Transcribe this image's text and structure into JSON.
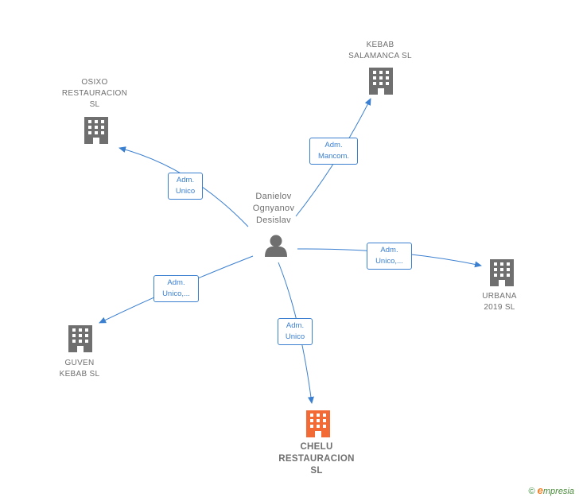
{
  "colors": {
    "edge": "#3a7fd0",
    "company": "#6f6f6f",
    "highlight": "#f26a35",
    "person": "#6f6f6f"
  },
  "person": {
    "name_lines": [
      "Danielov",
      "Ognyanov",
      "Desislav"
    ],
    "icon": "person-icon"
  },
  "companies": [
    {
      "id": "osixo",
      "lines": [
        "OSIXO",
        "RESTAURACION",
        "SL"
      ],
      "icon": "building-icon"
    },
    {
      "id": "kebab-salamanca",
      "lines": [
        "KEBAB",
        "SALAMANCA SL"
      ],
      "icon": "building-icon"
    },
    {
      "id": "urbana",
      "lines": [
        "URBANA",
        "2019  SL"
      ],
      "icon": "building-icon"
    },
    {
      "id": "guven",
      "lines": [
        "GUVEN",
        "KEBAB SL"
      ],
      "icon": "building-icon"
    },
    {
      "id": "chelu",
      "lines": [
        "CHELU",
        "RESTAURACION",
        "SL"
      ],
      "icon": "building-icon",
      "highlighted": true
    }
  ],
  "relations": [
    {
      "to": "osixo",
      "lines": [
        "Adm.",
        "Unico"
      ]
    },
    {
      "to": "kebab-salamanca",
      "lines": [
        "Adm.",
        "Mancom."
      ]
    },
    {
      "to": "urbana",
      "lines": [
        "Adm.",
        "Unico,..."
      ]
    },
    {
      "to": "guven",
      "lines": [
        "Adm.",
        "Unico,..."
      ]
    },
    {
      "to": "chelu",
      "lines": [
        "Adm.",
        "Unico"
      ]
    }
  ],
  "brand": {
    "copyright": "©",
    "initial": "e",
    "name": "mpresia"
  }
}
